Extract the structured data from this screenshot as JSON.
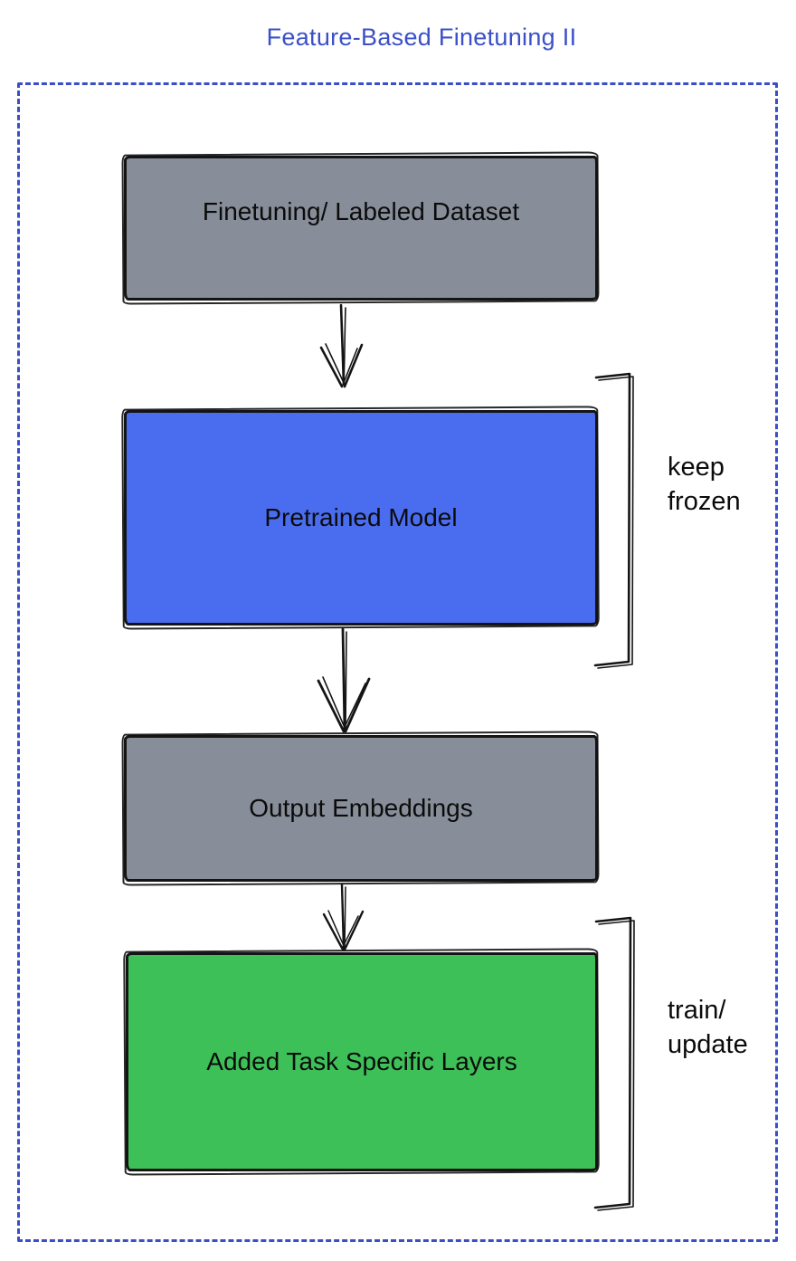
{
  "title": "Feature-Based Finetuning II",
  "nodes": [
    {
      "id": "finetuning-dataset",
      "label": "Finetuning/ Labeled Dataset",
      "fill": "#878E99"
    },
    {
      "id": "pretrained-model",
      "label": "Pretrained Model",
      "fill": "#4A6DF0"
    },
    {
      "id": "output-embeddings",
      "label": "Output Embeddings",
      "fill": "#878E99"
    },
    {
      "id": "added-task-layers",
      "label": "Added Task Specific Layers",
      "fill": "#3EC058"
    }
  ],
  "annotations": [
    {
      "target": "pretrained-model",
      "label": "keep frozen"
    },
    {
      "target": "added-task-layers",
      "label": "train/ update"
    }
  ],
  "edges": [
    {
      "from": "finetuning-dataset",
      "to": "pretrained-model"
    },
    {
      "from": "pretrained-model",
      "to": "output-embeddings"
    },
    {
      "from": "output-embeddings",
      "to": "added-task-layers"
    }
  ],
  "colors": {
    "title_blue": "#3B50C8",
    "frame_dash_blue": "#3A4FC5",
    "box_gray": "#878E99",
    "box_blue": "#4A6DF0",
    "box_green": "#3EC058",
    "ink": "#141414"
  }
}
